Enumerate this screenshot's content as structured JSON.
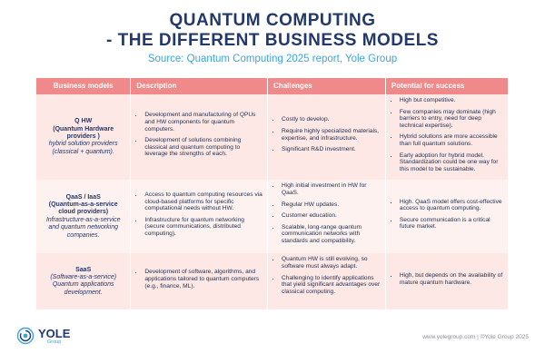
{
  "header": {
    "title_line1": "QUANTUM COMPUTING",
    "title_line2": "- THE DIFFERENT BUSINESS MODELS",
    "subtitle": "Source: Quantum Computing 2025 report, Yole Group"
  },
  "table": {
    "columns": [
      "Business models",
      "Description",
      "Challenges",
      "Potential for success"
    ],
    "rows": [
      {
        "model_lines": [
          "Q HW",
          "(Quantum Hardware",
          "providers )"
        ],
        "model_desc": "hybrid solution providers (classical + quantum).",
        "description": [
          "Development and manufacturing of QPUs and HW components for quantum computers.",
          "Development of solutions combining classical and quantum computing to leverage the strengths of each."
        ],
        "challenges": [
          "Costly to develop.",
          "Require highly specialized materials, expertise, and infrastructure.",
          "Significant R&D investment."
        ],
        "potential": [
          "High but competitive.",
          "Few companies may dominate (high barriers to entry, need for deep technical expertise).",
          "Hybrid solutions are more accessible than full quantum solutions.",
          "Early adoption for hybrid model. Standardization could be one way for this model to be sustainable."
        ]
      },
      {
        "model_lines": [
          "QaaS / IaaS",
          "(Quantum-as-a-service",
          "cloud providers)"
        ],
        "model_desc": "Infrastructure-as-a-service and quantum networking companies.",
        "description": [
          "Access to quantum computing resources via cloud-based platforms for specific computational needs without HW.",
          "Infrastructure for quantum networking (secure communications, distributed computing)."
        ],
        "challenges": [
          "High initial investment in HW for QaaS.",
          "Regular HW updates.",
          "Customer education.",
          "Scalable, long-range quantum communication networks with standards and compatibility."
        ],
        "potential": [
          "High. QaaS model offers cost-effective access to quantum computing.",
          "Secure communication is a critical future market."
        ]
      },
      {
        "model_lines": [
          "SaaS"
        ],
        "model_desc": "(Software-as-a-service) Quantum applications development.",
        "description": [
          "Development of software, algorithms, and applications tailored to quantum computers (e.g., finance, ML)."
        ],
        "challenges": [
          "Quantum HW is still evolving, so software must always adapt.",
          "Challenging to identify applications that yield significant advantages over classical computing."
        ],
        "potential": [
          "High, but depends on the availability of mature quantum hardware."
        ]
      }
    ]
  },
  "footer": {
    "logo_text": "YOLE",
    "logo_sub": "Group",
    "credit": "www.yolegroup.com | ©Yole Group 2025"
  },
  "colors": {
    "title": "#23386b",
    "subtitle": "#3aa6d8",
    "header_bg": "#f08a8a",
    "row_a_bg": "#fde8e6",
    "row_b_bg": "#fdf2f0"
  }
}
